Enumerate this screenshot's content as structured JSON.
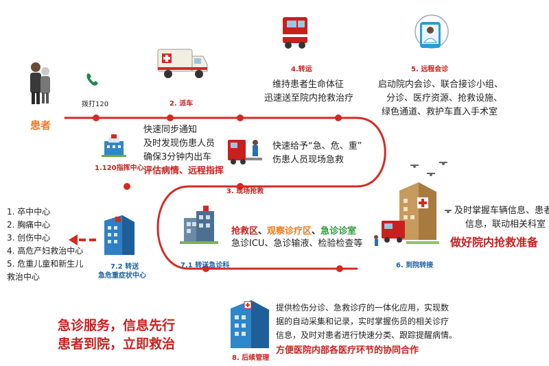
{
  "patient_label": "患者",
  "steps": {
    "s1": "1.120指挥中心",
    "s1b": "拨打120",
    "s2": "2. 派车",
    "s3": "3. 现场抢救",
    "s4": "4.转运",
    "s5": "5. 远程会诊",
    "s6": "6. 到院转接",
    "s71": "7.1 转送急诊科",
    "s72a": "7.2 转送",
    "s72b": "急危重症状中心",
    "s8": "8. 后续管理"
  },
  "dispatch": {
    "l1": "快速同步通知",
    "l2": "及时发现伤患人员",
    "l3": "确保3分钟内出车",
    "l4": "评估病情、远程指挥"
  },
  "transport": {
    "l1": "维持患者生命体征",
    "l2": "迅速送至院内抢救治疗"
  },
  "consult": {
    "l1": "启动院内会诊、联合接诊小组、",
    "l2": "分诊、医疗资源、抢救设施、",
    "l3": "绿色通道、救护车直入手术室"
  },
  "rescue": {
    "l1": "快速给予“急、危、重”",
    "l2": "伤患人员现场急救"
  },
  "arrival": {
    "l1": "及时掌握车辆信息、患者",
    "l2": "信息，联动相关科室",
    "l3": "做好院内抢救准备"
  },
  "er": {
    "zone1": "抢救区",
    "sep1": "、",
    "zone2": "观察诊疗区",
    "sep2": "、",
    "zone3": "急诊诊室",
    "l2": "急诊ICU、急诊输液、检验检查等"
  },
  "centers": [
    "1. 卒中中心",
    "2. 胸痛中心",
    "3. 创伤中心",
    "4. 高危产妇救治中心",
    "5. 危重儿童和新生儿",
    "救治中心"
  ],
  "followup": {
    "l1": "提供检伤分诊、急救诊疗的一体化应用，实现数",
    "l2": "据的自动采集和记录，实时掌握伤员的相关诊疗",
    "l3": "信息，及时对患者进行快速分类、跟踪提醒病情。",
    "l4": "方便医院内部各医疗环节的协同合作"
  },
  "slogan": {
    "l1": "急诊服务，信息先行",
    "l2": "患者到院，立即救治"
  },
  "colors": {
    "path_red": "#d42a22",
    "text_red": "#c8201e",
    "label_blue": "#1f5fa8",
    "orange": "#f07a1a",
    "green": "#2a9a3a"
  },
  "icons": [
    "people-icon",
    "phone-icon",
    "ambulance-icon",
    "command-center-icon",
    "doctor-video-icon",
    "hospital-icon",
    "rescue-scene-icon",
    "emergency-dept-icon",
    "critical-center-icon",
    "data-center-icon",
    "drone-icon"
  ]
}
